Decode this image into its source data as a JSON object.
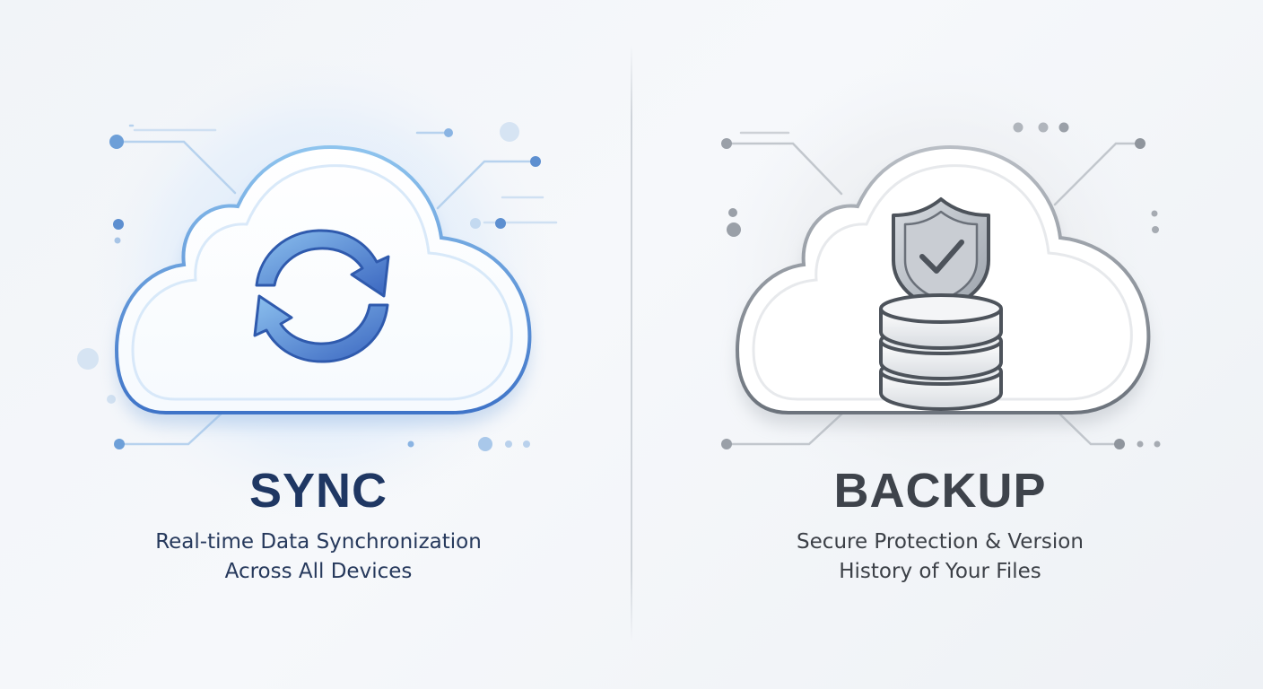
{
  "sync": {
    "title": "SYNC",
    "subtitle_line1": "Real-time Data Synchronization",
    "subtitle_line2": "Across All Devices",
    "icon": "sync-arrows-icon",
    "accent": "#3b6fc4"
  },
  "backup": {
    "title": "BACKUP",
    "subtitle_line1": "Secure Protection & Version",
    "subtitle_line2": "History of Your Files",
    "icon": "shield-database-icon",
    "accent": "#5c636d"
  }
}
